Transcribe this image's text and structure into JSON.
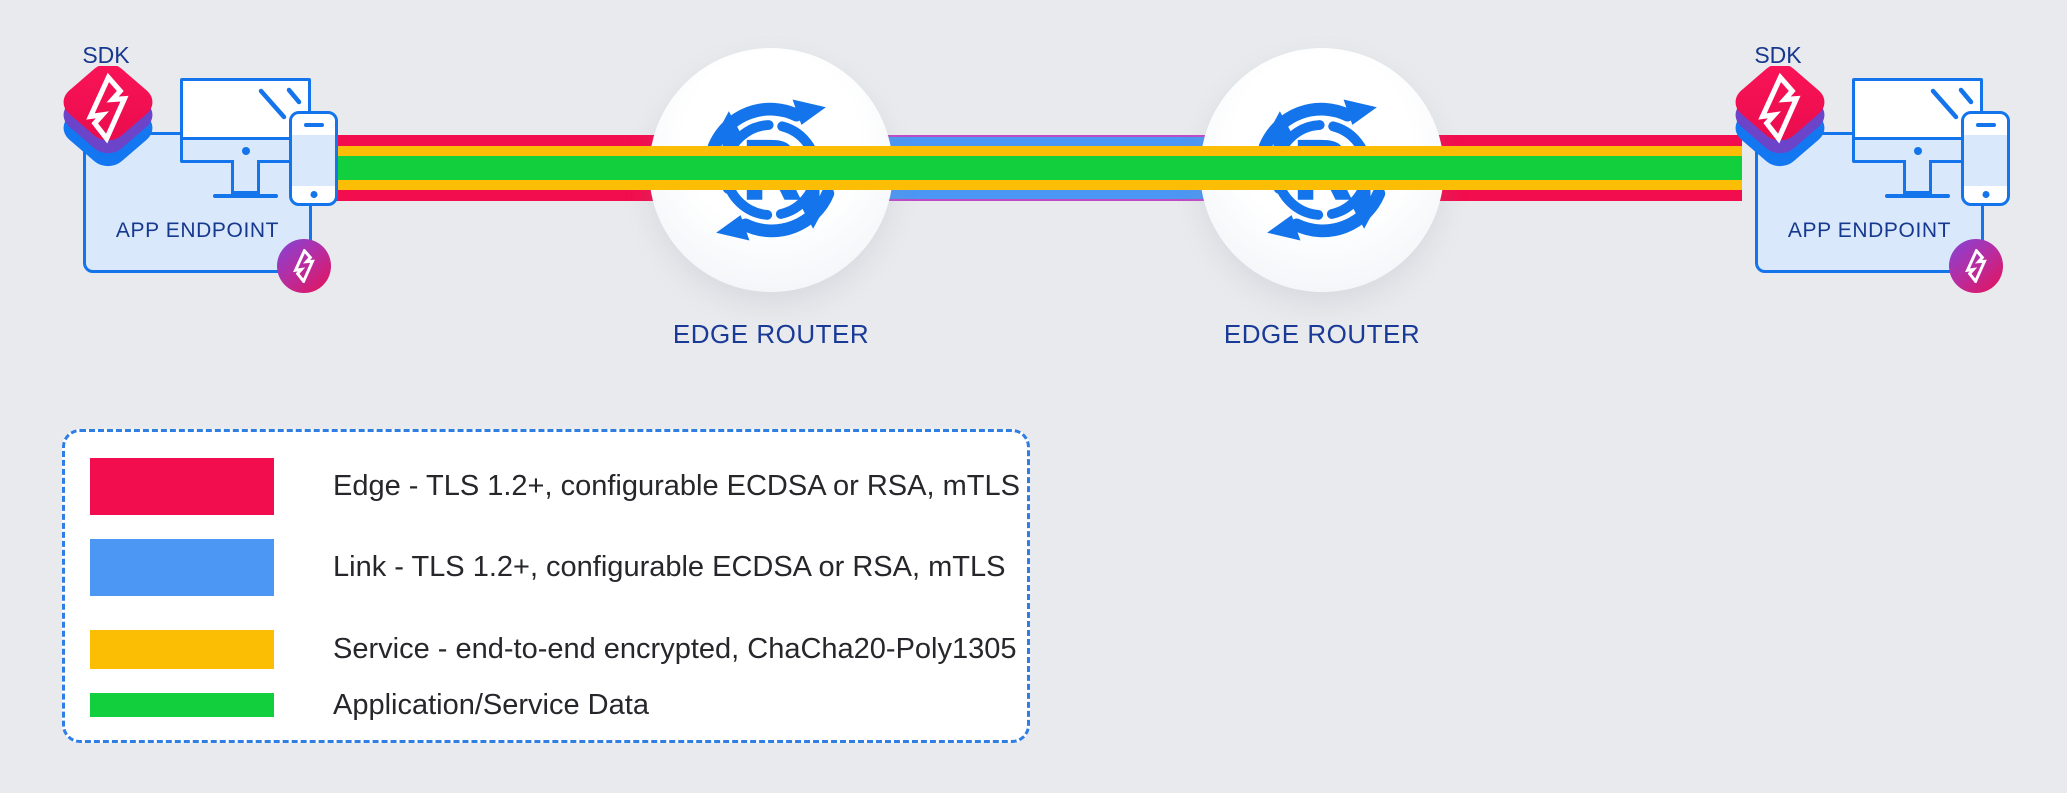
{
  "endpoints": {
    "left": {
      "sdk_label": "SDK",
      "label": "APP ENDPOINT"
    },
    "right": {
      "sdk_label": "SDK",
      "label": "APP ENDPOINT"
    }
  },
  "routers": {
    "left": {
      "label": "EDGE ROUTER"
    },
    "right": {
      "label": "EDGE ROUTER"
    },
    "icon_letter": "R"
  },
  "legend": {
    "items": [
      {
        "label": "Edge - TLS 1.2+, configurable ECDSA or RSA, mTLS",
        "color": "#F20D4E"
      },
      {
        "label": "Link - TLS 1.2+, configurable ECDSA or RSA, mTLS",
        "color": "#4C97F3"
      },
      {
        "label": "Service - end-to-end encrypted, ChaCha20-Poly1305",
        "color": "#FCBE04"
      },
      {
        "label": "Application/Service Data",
        "color": "#12CF3E"
      }
    ]
  },
  "colors": {
    "background": "#E8EAED",
    "edge_red": "#F20D4E",
    "link_blue": "#4C97F3",
    "service_yellow": "#FCBE04",
    "data_green": "#12CF3E",
    "magenta_edge": "#BE4BC4",
    "primary_blue": "#1474EB",
    "navy_text": "#16388F",
    "legend_border": "#2E7EE4",
    "legend_text": "#26262B",
    "stack_purple": "#6B44C9",
    "stack_blue": "#1377F2",
    "badge_gradient_start": "#8742D3",
    "badge_gradient_end": "#E51157"
  }
}
